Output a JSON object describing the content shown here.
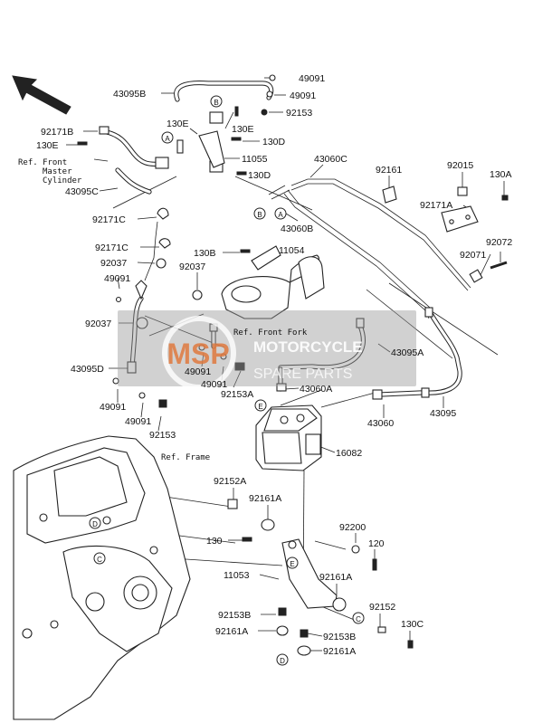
{
  "diagram": {
    "parts": [
      {
        "id": "p1",
        "text": "49091"
      },
      {
        "id": "p2",
        "text": "43095B"
      },
      {
        "id": "p3",
        "text": "49091"
      },
      {
        "id": "p4",
        "text": "92153"
      },
      {
        "id": "p5",
        "text": "92171B"
      },
      {
        "id": "p6",
        "text": "130E"
      },
      {
        "id": "p7",
        "text": "130E"
      },
      {
        "id": "p8",
        "text": "130E"
      },
      {
        "id": "p9",
        "text": "130D"
      },
      {
        "id": "p10",
        "text": "11055"
      },
      {
        "id": "p11",
        "text": "130D"
      },
      {
        "id": "p12",
        "text": "43095C"
      },
      {
        "id": "p13",
        "text": "43060C"
      },
      {
        "id": "p14",
        "text": "92161"
      },
      {
        "id": "p15",
        "text": "92015"
      },
      {
        "id": "p16",
        "text": "130A"
      },
      {
        "id": "p17",
        "text": "92171A"
      },
      {
        "id": "p18",
        "text": "92171C"
      },
      {
        "id": "p19",
        "text": "43060B"
      },
      {
        "id": "p20",
        "text": "92171C"
      },
      {
        "id": "p21",
        "text": "130B"
      },
      {
        "id": "p22",
        "text": "11054"
      },
      {
        "id": "p23",
        "text": "92037"
      },
      {
        "id": "p24",
        "text": "92037"
      },
      {
        "id": "p25",
        "text": "92071"
      },
      {
        "id": "p26",
        "text": "92072"
      },
      {
        "id": "p27",
        "text": "49091"
      },
      {
        "id": "p28",
        "text": "92037"
      },
      {
        "id": "p29",
        "text": "43095A"
      },
      {
        "id": "p30",
        "text": "43095D"
      },
      {
        "id": "p31",
        "text": "49091"
      },
      {
        "id": "p32",
        "text": "49091"
      },
      {
        "id": "p33",
        "text": "92153A"
      },
      {
        "id": "p34",
        "text": "43060A"
      },
      {
        "id": "p35",
        "text": "49091"
      },
      {
        "id": "p36",
        "text": "49091"
      },
      {
        "id": "p37",
        "text": "92153"
      },
      {
        "id": "p38",
        "text": "43060"
      },
      {
        "id": "p39",
        "text": "43095"
      },
      {
        "id": "p40",
        "text": "16082"
      },
      {
        "id": "p41",
        "text": "92152A"
      },
      {
        "id": "p42",
        "text": "92161A"
      },
      {
        "id": "p43",
        "text": "92200"
      },
      {
        "id": "p44",
        "text": "130"
      },
      {
        "id": "p45",
        "text": "120"
      },
      {
        "id": "p46",
        "text": "11053"
      },
      {
        "id": "p47",
        "text": "92161A"
      },
      {
        "id": "p48",
        "text": "92152"
      },
      {
        "id": "p49",
        "text": "92153B"
      },
      {
        "id": "p50",
        "text": "130C"
      },
      {
        "id": "p51",
        "text": "92161A"
      },
      {
        "id": "p52",
        "text": "92153B"
      },
      {
        "id": "p53",
        "text": "92161A"
      }
    ],
    "refs": {
      "master_line1": "Ref. Front",
      "master_line2": "Master",
      "master_line3": "Cylinder",
      "front_fork": "Ref. Front Fork",
      "frame": "Ref. Frame"
    },
    "markers": {
      "a": "A",
      "b": "B",
      "c": "C",
      "d": "D",
      "e": "E"
    },
    "watermark": {
      "logo": "MSP",
      "line1": "MOTORCYCLE",
      "line2": "SPARE PARTS"
    }
  },
  "colors": {
    "line": "#222222",
    "background": "#ffffff",
    "watermark_band": "#9a9a9a",
    "watermark_logo": "#e07a3f"
  }
}
